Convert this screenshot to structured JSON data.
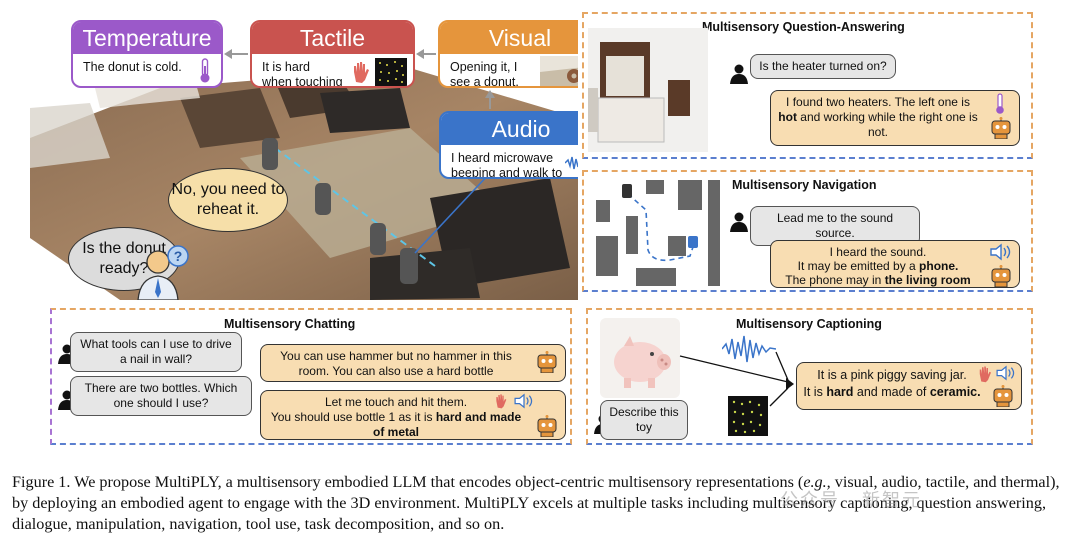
{
  "scene": {
    "temperature": {
      "title": "Temperature",
      "text": "The donut is cold."
    },
    "tactile": {
      "title": "Tactile",
      "text": "It is hard when touching it."
    },
    "visual": {
      "title": "Visual",
      "text": "Opening it, I see a donut."
    },
    "audio": {
      "title": "Audio",
      "text": "I heard microwave beeping and walk to it."
    },
    "agent_bubble": "No, you need to reheat it.",
    "human_bubble": "Is the donut ready?"
  },
  "panels": {
    "qa": {
      "title": "Multisensory Question-Answering",
      "question": "Is the heater turned on?",
      "answer_pre": "I found two heaters. The left one is ",
      "answer_bold": "hot",
      "answer_post": " and working while the right one is not."
    },
    "nav": {
      "title": "Multisensory Navigation",
      "question": "Lead me to the sound source.",
      "answer_line1": "I heard the sound.",
      "answer_line2_pre": "It may be emitted by a ",
      "answer_line2_bold": "phone.",
      "answer_line3_pre": "The phone may in ",
      "answer_line3_bold": "the living room"
    },
    "chat": {
      "title": "Multisensory Chatting",
      "q1": "What tools can I use to drive a nail in wall?",
      "a1": "You can use hammer but no hammer in this room. You can also use a hard bottle",
      "q2": "There are two bottles. Which one should I use?",
      "a2_line1": "Let me touch and hit them.",
      "a2_pre": "You should use bottle 1 as it is ",
      "a2_bold": "hard and made of metal"
    },
    "cap": {
      "title": "Multisensory Captioning",
      "question": "Describe this toy",
      "answer_line1": "It is a pink piggy saving jar.",
      "answer_pre": "It is ",
      "answer_bold1": "hard",
      "answer_mid": " and made of ",
      "answer_bold2": "ceramic."
    }
  },
  "caption": {
    "label": "Figure 1.",
    "text1": "We propose MultiPLY, a multisensory embodied LLM that encodes object-centric multisensory representations (",
    "eg": "e.g.,",
    "text2": " visual, audio, tactile, and thermal), by deploying an embodied agent to engage with the 3D environment. MultiPLY excels at multiple tasks including multisensory captioning, question answering, dialogue, manipulation, navigation, tool use, task decomposition, and so on."
  },
  "watermark": "公众号 · 新智元",
  "colors": {
    "temperature": "#9b59c9",
    "tactile": "#c9534f",
    "visual": "#e5953c",
    "audio": "#3a74c9",
    "answer": "#f8ddb2"
  }
}
